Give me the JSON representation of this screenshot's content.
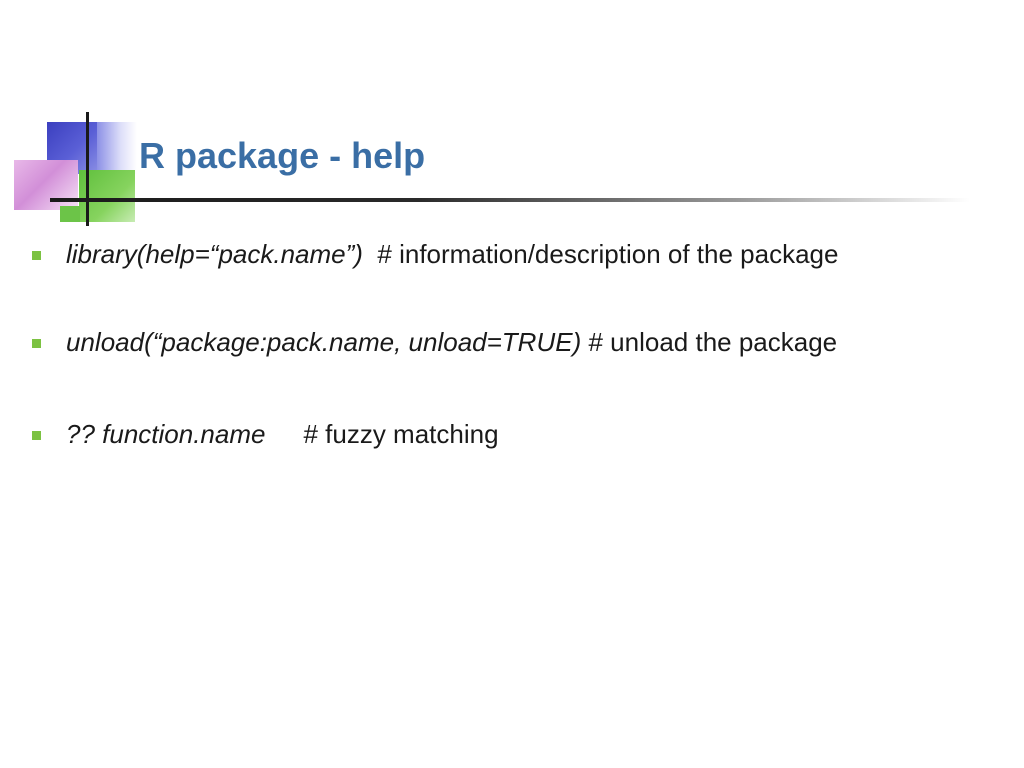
{
  "slide": {
    "title": "R package - help",
    "accent_colors": {
      "title": "#3a6ea5",
      "bullet_marker": "#7cc242",
      "deco_blue": "#3b3fbf",
      "deco_green": "#5fbf3c",
      "deco_pink": "#d28fd8"
    },
    "bullets": [
      {
        "code": "library(help=“pack.name”)",
        "comment": "# information/description of the package"
      },
      {
        "code": "unload(“package:pack.name, unload=TRUE)",
        "comment": "# unload the package"
      },
      {
        "code": "?? function.name",
        "comment": "# fuzzy matching"
      }
    ]
  }
}
